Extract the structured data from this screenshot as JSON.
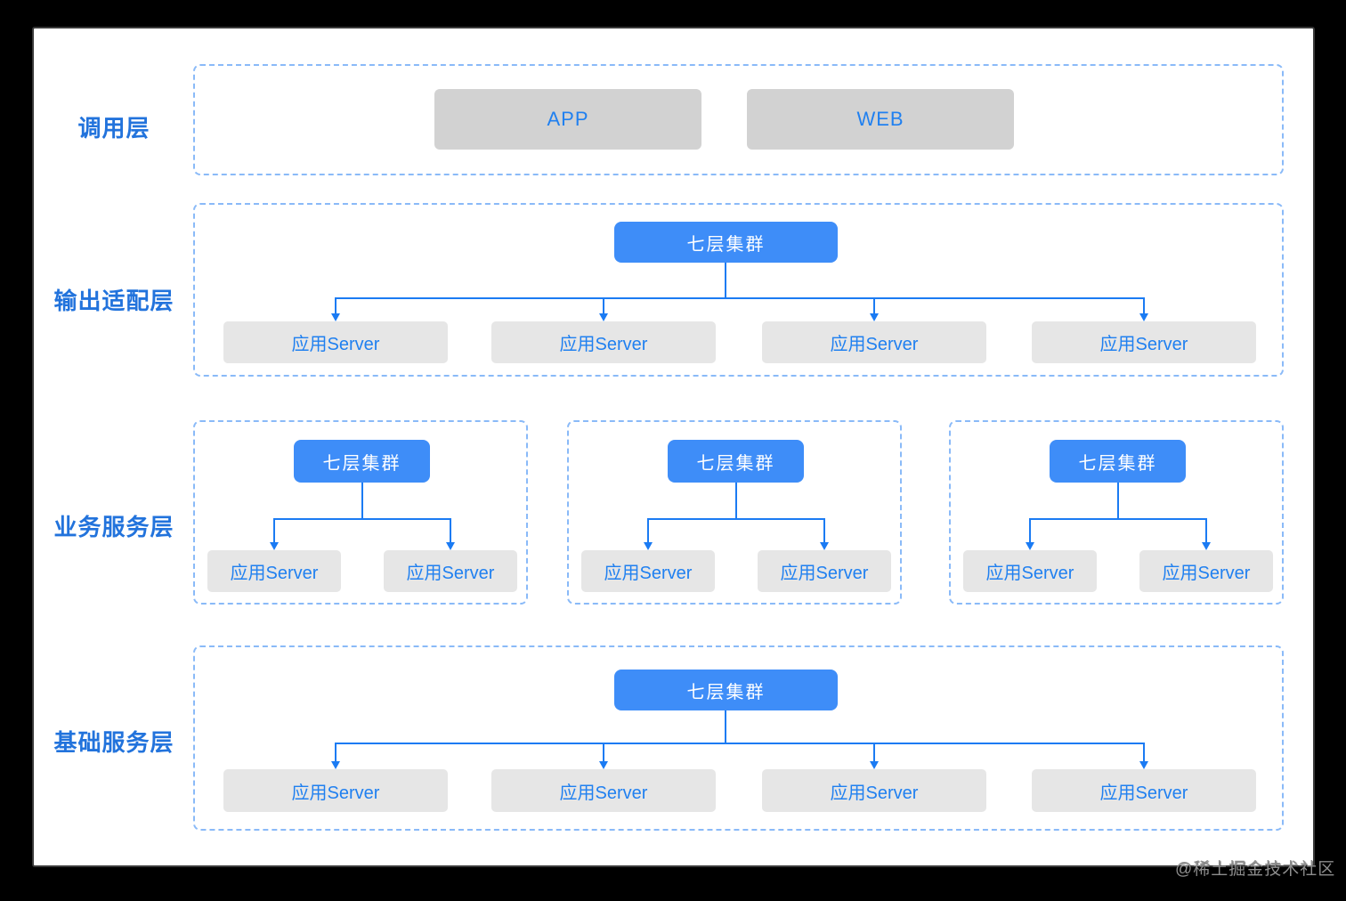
{
  "watermark": "@稀土掘金技术社区",
  "colors": {
    "node_blue": "#3e8df8",
    "line_blue": "#1b7bf3",
    "label_blue": "#2273dc",
    "text_blue": "#2080f0",
    "box_gray": "#d2d2d2",
    "server_gray": "#e6e6e6",
    "dash_blue": "#8abaf8",
    "panel_white": "#ffffff",
    "page_black": "#000000",
    "watermark_gray": "#8d8d8d"
  },
  "layers": [
    {
      "label": "调用层",
      "nodes": [
        "APP",
        "WEB"
      ]
    },
    {
      "label": "输出适配层",
      "cluster": "七层集群",
      "servers": [
        "应用Server",
        "应用Server",
        "应用Server",
        "应用Server"
      ]
    },
    {
      "label": "业务服务层",
      "groups": [
        {
          "cluster": "七层集群",
          "servers": [
            "应用Server",
            "应用Server"
          ]
        },
        {
          "cluster": "七层集群",
          "servers": [
            "应用Server",
            "应用Server"
          ]
        },
        {
          "cluster": "七层集群",
          "servers": [
            "应用Server",
            "应用Server"
          ]
        }
      ]
    },
    {
      "label": "基础服务层",
      "cluster": "七层集群",
      "servers": [
        "应用Server",
        "应用Server",
        "应用Server",
        "应用Server"
      ]
    }
  ]
}
